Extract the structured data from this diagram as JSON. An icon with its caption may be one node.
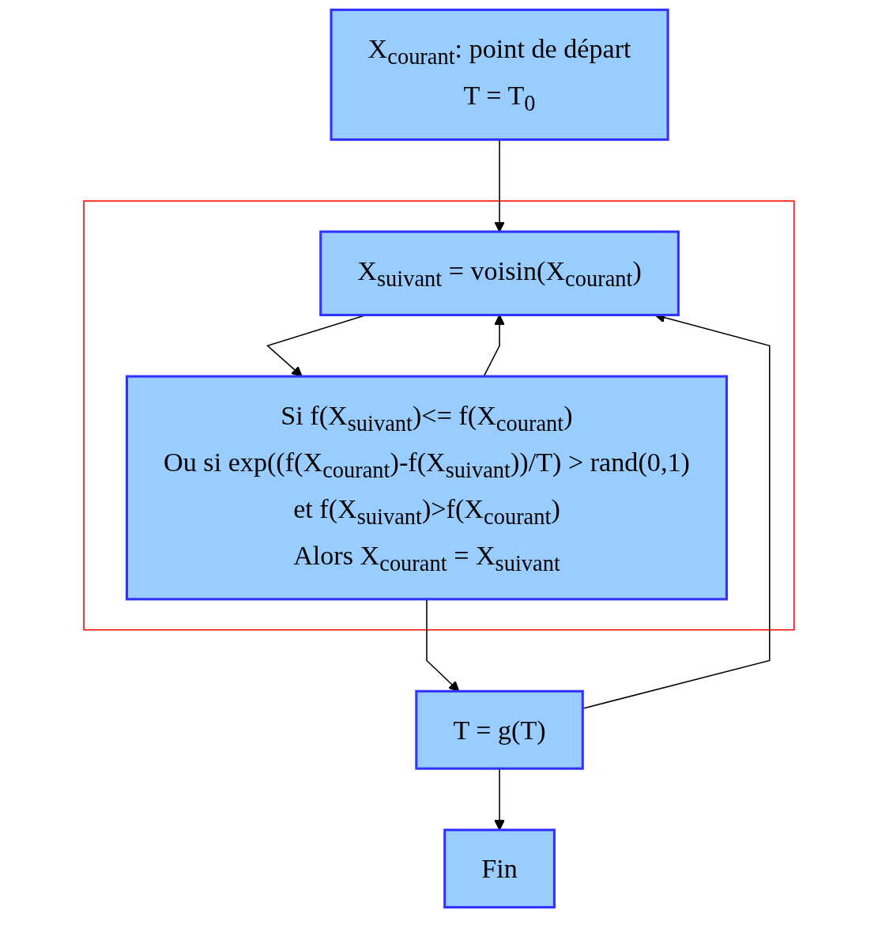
{
  "diagram": {
    "nodes": [
      {
        "text": [
          "X$_{courant}$: point de départ",
          "T = T$_{0}$"
        ]
      },
      {
        "text": [],
        "shape": "box"
      },
      {
        "text": [
          "X$_{suivant}$ = voisin(X$_{courant}$)"
        ],
        "in": 1
      },
      {
        "text": [
          "Si f(X$_{suivant}$)<= f(X$_{courant}$)",
          "Ou si exp((f(X$_{courant}$)-f(X$_{suivant}$))/T) > rand(0,1)",
          "et f(X$_{suivant}$)>f(X$_{courant}$)",
          "Alors X$_{courant}$ = X$_{suivant}$"
        ],
        "in": 1
      },
      {
        "text": [
          "T = g(T)"
        ]
      },
      {
        "text": [
          "Fin"
        ]
      }
    ],
    "edges": [
      {
        "from": 0,
        "to": 2,
        "arrow": "to"
      },
      {
        "from": 2,
        "to": 3,
        "arrow": "to"
      },
      {
        "from": 3,
        "to": 2,
        "arrow": "to"
      },
      {
        "from": 3,
        "to": 4,
        "arrow": "to"
      },
      {
        "from": 4,
        "to": 2,
        "arrow": "to"
      },
      {
        "from": 4,
        "to": 5,
        "arrow": "to"
      }
    ]
  }
}
